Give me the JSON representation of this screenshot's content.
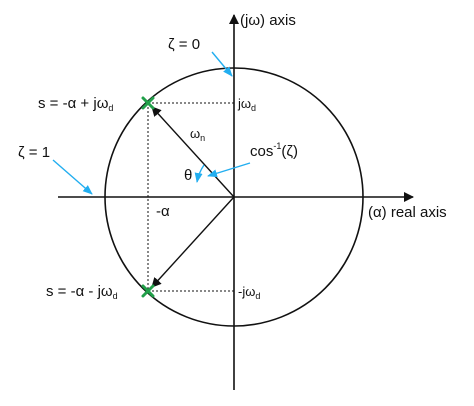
{
  "colors": {
    "axis": "#111111",
    "circle": "#111111",
    "pole_marker": "#22a04a",
    "annotation_arrow": "#22aef0"
  },
  "axes": {
    "imag_label": "(jω) axis",
    "real_label": "(α) real axis"
  },
  "labels": {
    "zeta_zero": "ζ = 0",
    "zeta_one": "ζ = 1",
    "upper_pole": "s = -α + jω",
    "upper_pole_sub": "d",
    "lower_pole": "s = -α - jω",
    "lower_pole_sub": "d",
    "jwd_pos": "jω",
    "jwd_pos_sub": "d",
    "jwd_neg": "-jω",
    "jwd_neg_sub": "d",
    "wn": "ω",
    "wn_sub": "n",
    "theta": "θ",
    "cos_inv_base": "cos",
    "cos_inv_sup": "-1",
    "cos_inv_arg": "(ζ)",
    "neg_alpha": "-α"
  }
}
